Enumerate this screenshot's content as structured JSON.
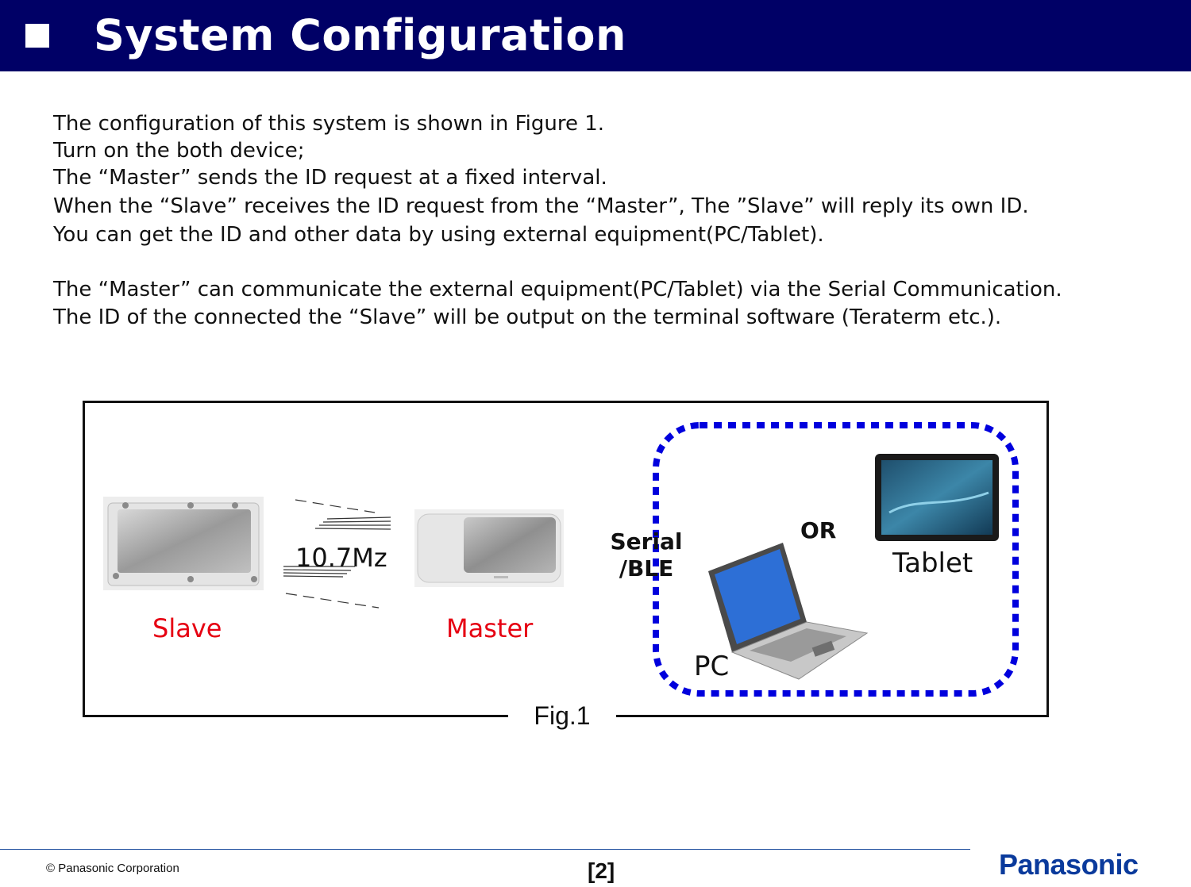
{
  "header": {
    "title": "System Configuration"
  },
  "intro_lines": [
    "The configuration of this system is shown in Figure 1.",
    "Turn on the both device;",
    "The “Master” sends the ID request at a fixed interval.",
    "When the “Slave” receives the ID request from the “Master”, The ”Slave” will reply its own ID.",
    "You can get the ID and other data by using external equipment(PC/Tablet).",
    "The “Master” can communicate the external equipment(PC/Tablet) via the Serial Communication.",
    "The ID of the connected the “Slave” will be output on the terminal software (Teraterm etc.)."
  ],
  "figure": {
    "caption": "Fig.1",
    "slave_label": "Slave",
    "master_label": "Master",
    "frequency_label": "10.7Mz",
    "link_label_line1": "Serial",
    "link_label_line2": "/BLE",
    "or_label": "OR",
    "tablet_label": "Tablet",
    "pc_label": "PC"
  },
  "colors": {
    "header_bg": "#000066",
    "device_label": "#e60012",
    "dashed_group": "#0000dd",
    "logo": "#0a3a9c"
  },
  "footer": {
    "copyright": "© Panasonic Corporation",
    "page_number": "[2]",
    "logo_text": "Panasonic"
  }
}
